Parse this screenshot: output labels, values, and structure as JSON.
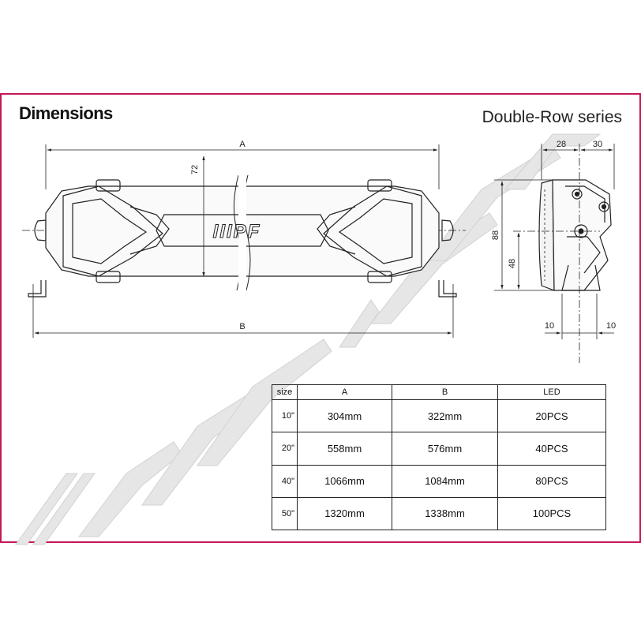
{
  "header": {
    "title": "Dimensions",
    "series": "Double-Row series"
  },
  "front_view": {
    "dim_a_label": "A",
    "dim_b_label": "B",
    "dim_72_label": "72"
  },
  "side_view": {
    "dim_28_label": "28",
    "dim_30_label": "30",
    "dim_88_label": "88",
    "dim_48_label": "48",
    "dim_10_left_label": "10",
    "dim_10_right_label": "10"
  },
  "table": {
    "headers": [
      "size",
      "A",
      "B",
      "LED"
    ],
    "rows": [
      {
        "size": "10\"",
        "a": "304mm",
        "b": "322mm",
        "led": "20PCS"
      },
      {
        "size": "20\"",
        "a": "558mm",
        "b": "576mm",
        "led": "40PCS"
      },
      {
        "size": "40\"",
        "a": "1066mm",
        "b": "1084mm",
        "led": "80PCS"
      },
      {
        "size": "50\"",
        "a": "1320mm",
        "b": "1338mm",
        "led": "100PCS"
      }
    ]
  },
  "colors": {
    "frame": "#c4195a",
    "watermark": "#e4e4e4",
    "line": "#222222"
  },
  "watermark_icon": "ipf-logo-watermark"
}
